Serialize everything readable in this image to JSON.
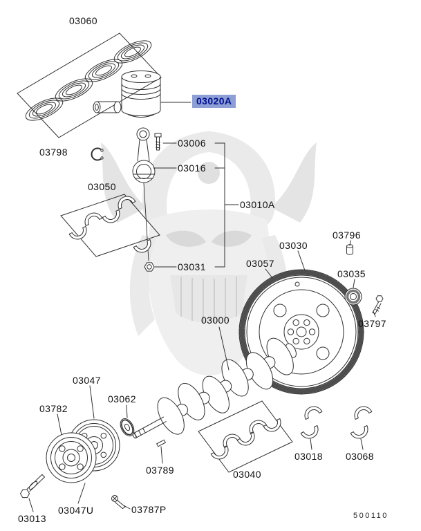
{
  "diagram": {
    "background": "#ffffff",
    "line_color": "#2f2f2f",
    "watermark_color": "#e9e9e9",
    "selected_part": {
      "label": "03020A",
      "highlight_bg": "#8d9fd4",
      "highlight_text": "#001090"
    },
    "part_labels": [
      {
        "text": "03060"
      },
      {
        "text": "03798"
      },
      {
        "text": "03006"
      },
      {
        "text": "03016"
      },
      {
        "text": "03010A"
      },
      {
        "text": "03050"
      },
      {
        "text": "03031"
      },
      {
        "text": "03796"
      },
      {
        "text": "03030"
      },
      {
        "text": "03057"
      },
      {
        "text": "03035"
      },
      {
        "text": "03797"
      },
      {
        "text": "03000"
      },
      {
        "text": "03047"
      },
      {
        "text": "03782"
      },
      {
        "text": "03062"
      },
      {
        "text": "03789"
      },
      {
        "text": "03040"
      },
      {
        "text": "03018"
      },
      {
        "text": "03068"
      },
      {
        "text": "03013"
      },
      {
        "text": "03047U"
      },
      {
        "text": "03787P"
      }
    ],
    "drawing_number": "500110"
  }
}
